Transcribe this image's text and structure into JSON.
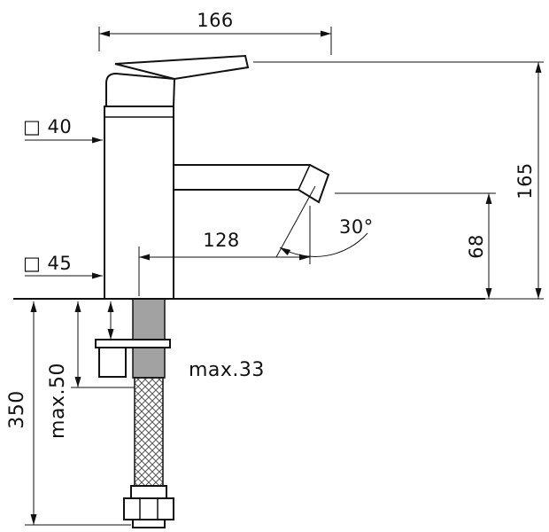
{
  "page": {
    "background": "#ffffff",
    "ink": "#111111"
  },
  "drawing": {
    "dimensions": {
      "overall_length": "166",
      "overall_height": "165",
      "handle_section": "□ 40",
      "base_section": "□ 45",
      "spout_reach": "128",
      "aerator_angle": "30°",
      "spout_height": "68",
      "max_deck_thickness": "max.33",
      "max_clamp_range": "max.50",
      "hose_length": "350"
    }
  }
}
